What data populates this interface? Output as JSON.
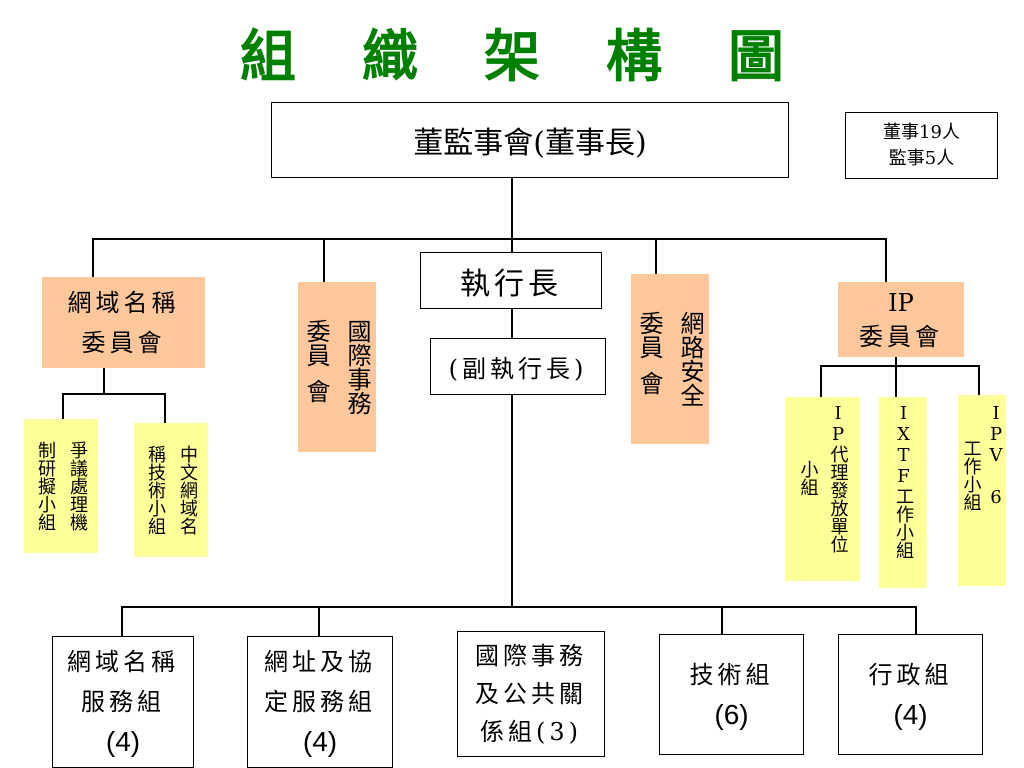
{
  "title_chars": [
    "組",
    "織",
    "架",
    "構",
    "圖"
  ],
  "board": "董監事會(董事長)",
  "board_counts": {
    "line1": "董事19人",
    "line2": "監事5人"
  },
  "ceo": "執行長",
  "deputy_ceo": "(副執行長)",
  "domain_committee": {
    "line1": "網域名稱",
    "line2": "委員會"
  },
  "intl_committee": {
    "col1": "國際",
    "col2": "委員",
    "col3": "事務",
    "col4": "會"
  },
  "security_committee": {
    "col1": "網路",
    "col2": "委員",
    "col3": "安全",
    "col4": "會"
  },
  "ip_committee": {
    "line1": "IP",
    "line2": "委員會"
  },
  "domain_sub": {
    "col1": "制研擬小組",
    "col2": "爭議處理機",
    "col3": "稱技術小組",
    "col4": "中文網域名"
  },
  "ip_sub": {
    "col1": "IP代理發放單位",
    "col2": "小組",
    "col3": "IXTF工作小組",
    "col4": "IPV 6",
    "col5": "工作小組"
  },
  "bottom": [
    {
      "line1": "網域名稱",
      "line2": "服務組",
      "line3": "(4)"
    },
    {
      "line1": "網址及協",
      "line2": "定服務組",
      "line3": "(4)"
    },
    {
      "line1": "國際事務",
      "line2": "及公共關",
      "line3": "係組(3)"
    },
    {
      "line1": "技術組",
      "line2": "(6)"
    },
    {
      "line1": "行政組",
      "line2": "(4)"
    }
  ],
  "colors": {
    "title": "#008000",
    "committee": "#fcc89b",
    "subgroup": "#ffff99"
  }
}
